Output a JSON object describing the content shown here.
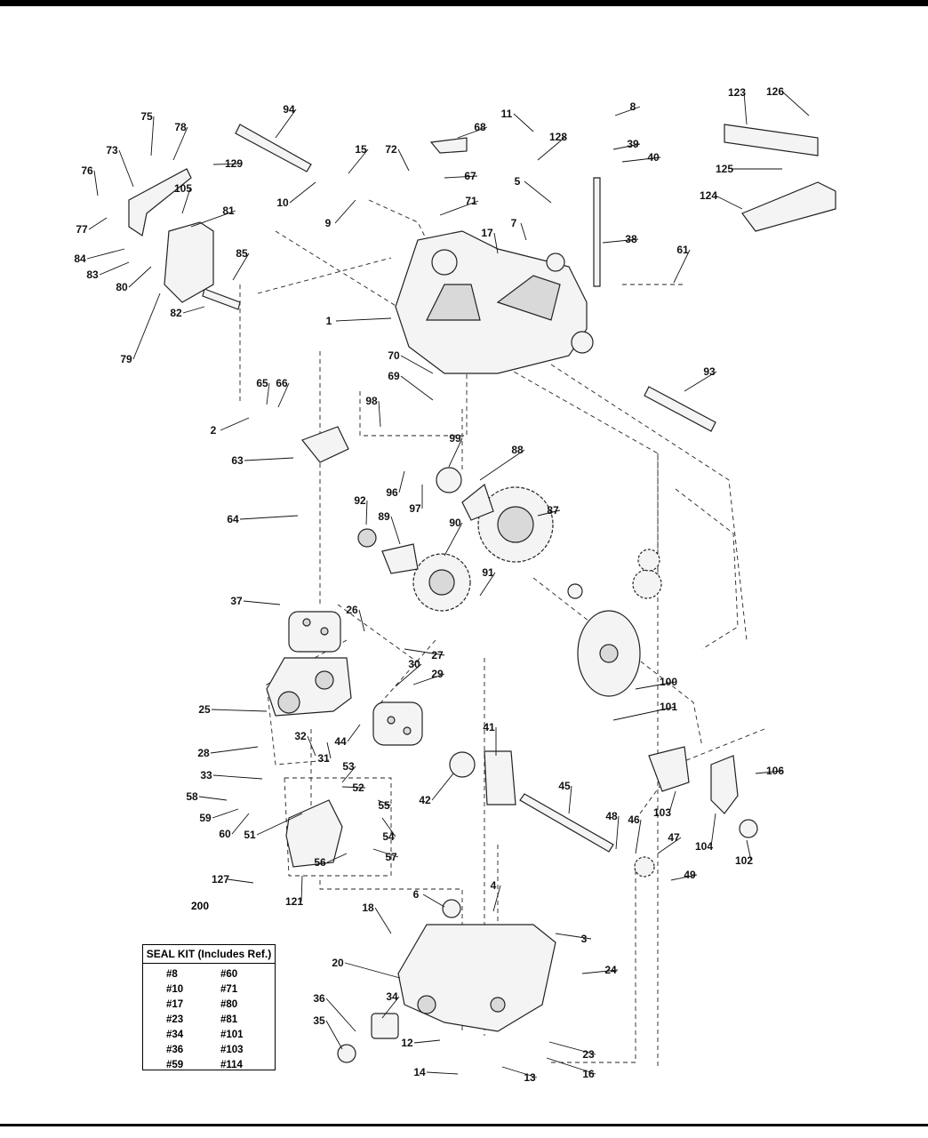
{
  "part_labels": [
    "1",
    "2",
    "3",
    "4",
    "5",
    "6",
    "7",
    "8",
    "9",
    "10",
    "11",
    "12",
    "13",
    "14",
    "15",
    "16",
    "17",
    "18",
    "20",
    "23",
    "24",
    "25",
    "26",
    "27",
    "28",
    "29",
    "30",
    "31",
    "32",
    "33",
    "34",
    "35",
    "36",
    "37",
    "38",
    "39",
    "40",
    "41",
    "42",
    "44",
    "45",
    "46",
    "47",
    "48",
    "49",
    "51",
    "52",
    "53",
    "54",
    "55",
    "56",
    "57",
    "58",
    "59",
    "60",
    "61",
    "63",
    "64",
    "65",
    "66",
    "67",
    "68",
    "69",
    "70",
    "71",
    "72",
    "73",
    "75",
    "76",
    "77",
    "78",
    "79",
    "80",
    "81",
    "82",
    "83",
    "84",
    "85",
    "87",
    "88",
    "89",
    "90",
    "91",
    "92",
    "93",
    "94",
    "96",
    "97",
    "98",
    "99",
    "100",
    "101",
    "102",
    "103",
    "104",
    "105",
    "106",
    "121",
    "123",
    "124",
    "125",
    "126",
    "127",
    "128",
    "129"
  ],
  "seal_kit": {
    "ref": "200",
    "title": "SEAL KIT (Includes Ref.)",
    "items": [
      "#8",
      "#60",
      "#10",
      "#71",
      "#17",
      "#80",
      "#23",
      "#81",
      "#34",
      "#101",
      "#36",
      "#103",
      "#59",
      "#114"
    ]
  }
}
